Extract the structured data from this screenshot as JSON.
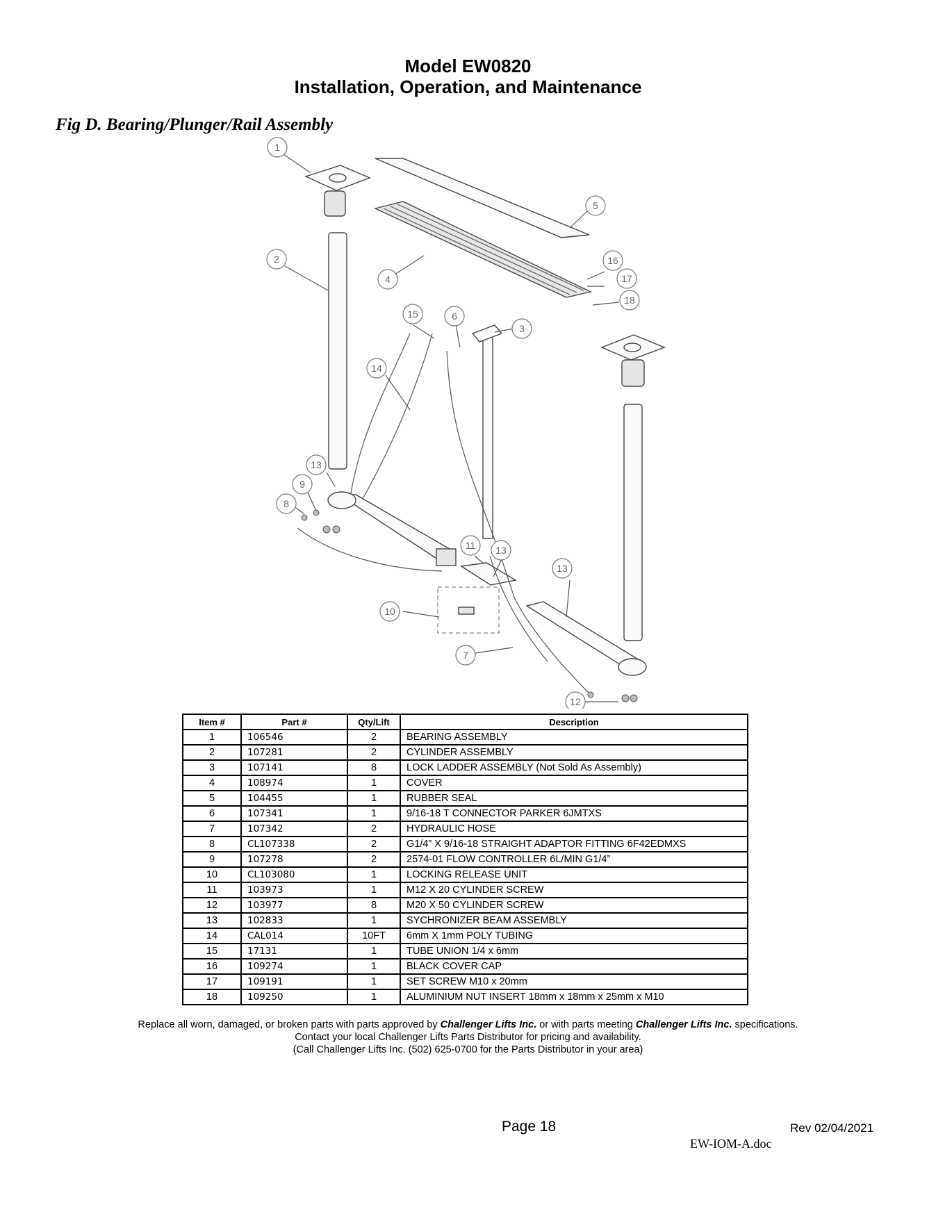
{
  "header": {
    "line1": "Model EW0820",
    "line2": "Installation, Operation, and Maintenance"
  },
  "figure": {
    "title": "Fig D.  Bearing/Plunger/Rail Assembly",
    "callouts": [
      "1",
      "2",
      "3",
      "4",
      "5",
      "6",
      "7",
      "8",
      "9",
      "10",
      "11",
      "12",
      "13",
      "13",
      "13",
      "14",
      "15",
      "16",
      "17",
      "18"
    ]
  },
  "table": {
    "headers": [
      "Item #",
      "Part #",
      "Qty/Lift",
      "Description"
    ],
    "rows": [
      [
        "1",
        "106546",
        "2",
        "BEARING ASSEMBLY"
      ],
      [
        "2",
        "107281",
        "2",
        "CYLINDER ASSEMBLY"
      ],
      [
        "3",
        "107141",
        "8",
        "LOCK LADDER ASSEMBLY (Not Sold As Assembly)"
      ],
      [
        "4",
        "108974",
        "1",
        "COVER"
      ],
      [
        "5",
        "104455",
        "1",
        "RUBBER SEAL"
      ],
      [
        "6",
        "107341",
        "1",
        "9/16-18 T CONNECTOR PARKER 6JMTXS"
      ],
      [
        "7",
        "107342",
        "2",
        "HYDRAULIC HOSE"
      ],
      [
        "8",
        "CL107338",
        "2",
        "G1/4” X 9/16-18 STRAIGHT ADAPTOR FITTING 6F42EDMXS"
      ],
      [
        "9",
        "107278",
        "2",
        "2574-01 FLOW CONTROLLER 6L/MIN G1/4”"
      ],
      [
        "10",
        "CL103080",
        "1",
        "LOCKING RELEASE UNIT"
      ],
      [
        "11",
        "103973",
        "1",
        "M12 X 20 CYLINDER SCREW"
      ],
      [
        "12",
        "103977",
        "8",
        "M20 X 50 CYLINDER SCREW"
      ],
      [
        "13",
        "102833",
        "1",
        "SYCHRONIZER BEAM ASSEMBLY"
      ],
      [
        "14",
        "CAL014",
        "10FT",
        "6mm X 1mm POLY TUBING"
      ],
      [
        "15",
        "17131",
        "1",
        "TUBE UNION 1/4 x 6mm"
      ],
      [
        "16",
        "109274",
        "1",
        "BLACK COVER CAP"
      ],
      [
        "17",
        "109191",
        "1",
        "SET SCREW M10 x 20mm"
      ],
      [
        "18",
        "109250",
        "1",
        "ALUMINIUM NUT INSERT 18mm x 18mm x 25mm x M10"
      ]
    ]
  },
  "footer_note": {
    "line1_part1": "Replace all worn, damaged, or broken parts with parts approved by ",
    "line1_brand1": "Challenger Lifts Inc.",
    "line1_part2": " or with parts meeting ",
    "line1_brand2": "Challenger Lifts Inc.",
    "line1_part3": " specifications.",
    "line2": "Contact your local Challenger Lifts Parts Distributor for pricing and availability.",
    "line3": "(Call Challenger Lifts Inc. (502) 625-0700 for the Parts Distributor in your area)"
  },
  "page_footer": {
    "page": "Page 18",
    "rev": "Rev 02/04/2021",
    "doc": "EW-IOM-A.doc"
  }
}
